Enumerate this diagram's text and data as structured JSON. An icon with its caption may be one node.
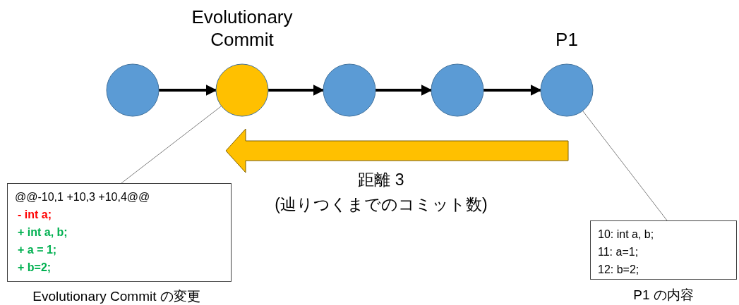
{
  "diagram": {
    "nodes": [
      {
        "text": [],
        "shape": "circle"
      },
      {
        "text": [
          "Evolutionary Commit"
        ]
      },
      {
        "text": [],
        "shape": "circle"
      },
      {
        "text": [],
        "shape": "circle"
      },
      {
        "text": [
          "P1"
        ]
      },
      {
        "text": [
          "@@-10,1 +10,3 +10,4@@",
          "- int a;",
          "+ int a, b;",
          "+ a = 1;",
          "+ b=2;"
        ],
        "beside": [
          "Evolutionary Commit の変更"
        ]
      },
      {
        "text": [
          "10: int a, b;",
          "11: a=1;",
          "12: b=2;"
        ],
        "beside": [
          "P1 の内容"
        ]
      }
    ],
    "edges": [
      {
        "from": 0,
        "to": 1,
        "arrow": "to"
      },
      {
        "from": 1,
        "to": 2,
        "arrow": "to"
      },
      {
        "from": 2,
        "to": 3,
        "arrow": "to"
      },
      {
        "from": 3,
        "to": 4,
        "arrow": "to"
      },
      {
        "from": 5,
        "to": 1,
        "arrow": "none",
        "color": "#7f7f7f"
      },
      {
        "from": 6,
        "to": 4,
        "arrow": "none",
        "color": "#7f7f7f"
      }
    ],
    "labels": [
      "距離 3",
      "(辿りつくまでのコミット数)"
    ]
  }
}
